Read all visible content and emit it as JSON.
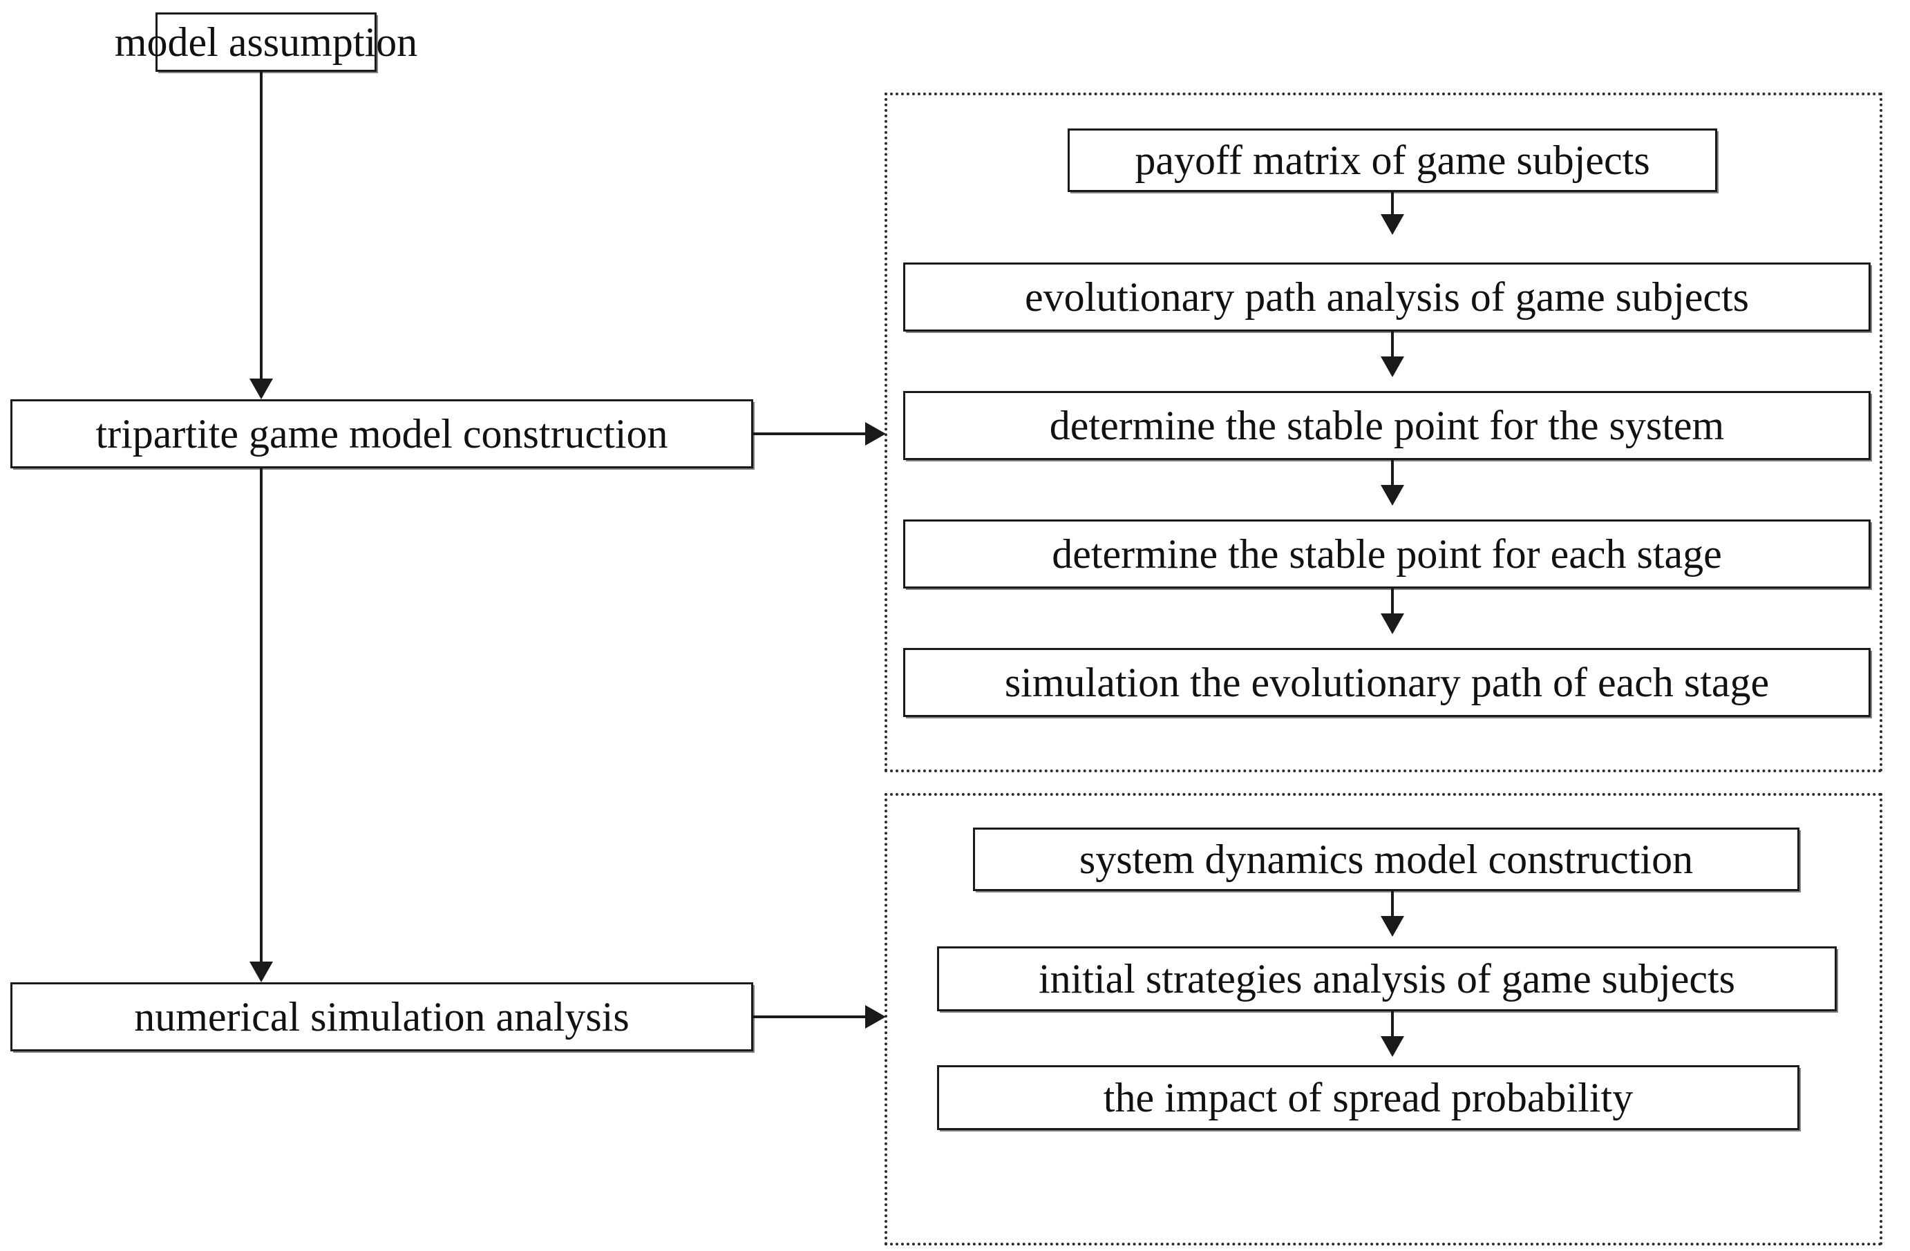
{
  "diagram": {
    "title": "research framework flowchart",
    "colors": {
      "box_border": "#1a1a1a",
      "group_border": "#2b2b2b",
      "connector": "#1a1a1a",
      "background": "#ffffff",
      "text": "#111111"
    },
    "main_flow": [
      {
        "id": "model-assumption",
        "label": "model assumption"
      },
      {
        "id": "tripartite-game-model-construction",
        "label": "tripartite game model construction"
      },
      {
        "id": "numerical-simulation-analysis",
        "label": "numerical simulation analysis"
      }
    ],
    "groups": [
      {
        "id": "game-model-group",
        "source": "tripartite game model construction",
        "steps": [
          {
            "id": "payoff-matrix",
            "label": "payoff matrix of game subjects"
          },
          {
            "id": "evolutionary-path-analysis",
            "label": "evolutionary path analysis of game subjects"
          },
          {
            "id": "stable-point-system",
            "label": "determine the stable point for the system"
          },
          {
            "id": "stable-point-stage",
            "label": "determine the stable point for each stage"
          },
          {
            "id": "simulation-evolutionary-path",
            "label": "simulation the evolutionary path of each stage"
          }
        ]
      },
      {
        "id": "simulation-group",
        "source": "numerical simulation analysis",
        "steps": [
          {
            "id": "system-dynamics-model",
            "label": "system dynamics model construction"
          },
          {
            "id": "initial-strategies-analysis",
            "label": "initial strategies analysis of game subjects"
          },
          {
            "id": "impact-spread-probability",
            "label": "the impact of spread probability"
          }
        ]
      }
    ],
    "connectors": [
      {
        "id": "assumption-to-tripartite",
        "from": "model assumption",
        "to": "tripartite game model construction",
        "direction": "down"
      },
      {
        "id": "tripartite-to-numerical",
        "from": "tripartite game model construction",
        "to": "numerical simulation analysis",
        "direction": "down"
      },
      {
        "id": "tripartite-to-game-group",
        "from": "tripartite game model construction",
        "to": "game-model-group",
        "direction": "right"
      },
      {
        "id": "numerical-to-simulation-group",
        "from": "numerical simulation analysis",
        "to": "simulation-group",
        "direction": "right"
      },
      {
        "id": "payoff-to-evolutionary",
        "from": "payoff matrix of game subjects",
        "to": "evolutionary path analysis of game subjects",
        "direction": "down"
      },
      {
        "id": "evolutionary-to-system",
        "from": "evolutionary path analysis of game subjects",
        "to": "determine the stable point for the system",
        "direction": "down"
      },
      {
        "id": "system-to-stage",
        "from": "determine the stable point for the system",
        "to": "determine the stable point for each stage",
        "direction": "down"
      },
      {
        "id": "stage-to-simulation",
        "from": "determine the stable point for each stage",
        "to": "simulation the evolutionary path of each stage",
        "direction": "down"
      },
      {
        "id": "sd-to-initial",
        "from": "system dynamics model construction",
        "to": "initial strategies analysis of game subjects",
        "direction": "down"
      },
      {
        "id": "initial-to-impact",
        "from": "initial strategies analysis of game subjects",
        "to": "the impact of spread probability",
        "direction": "down"
      }
    ]
  }
}
